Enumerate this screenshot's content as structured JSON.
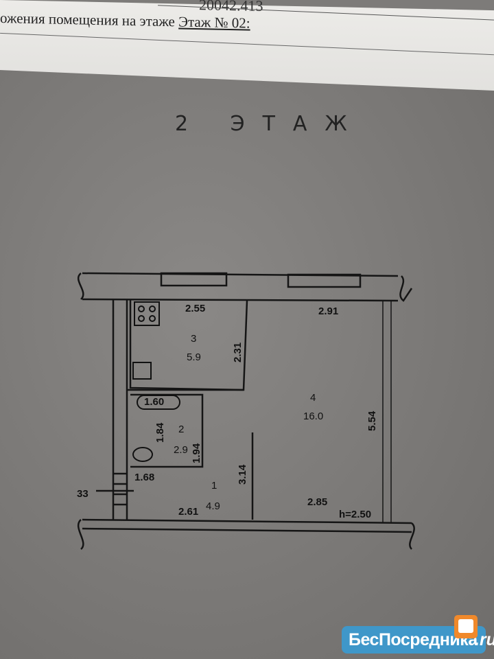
{
  "header": {
    "number_fragment": "20042.413",
    "location_text": "ожения помещения на этаже",
    "floor_value": "Этаж № 02:"
  },
  "plan": {
    "title": "2 ЭТАЖ",
    "rooms": [
      {
        "number": "1",
        "area": "4.9"
      },
      {
        "number": "2",
        "area": "2.9"
      },
      {
        "number": "3",
        "area": "5.9"
      },
      {
        "number": "4",
        "area": "16.0"
      }
    ],
    "dimensions": {
      "kitchen_width": "2.55",
      "room_width_top": "2.91",
      "kitchen_depth": "2.31",
      "room_depth": "5.54",
      "bath_width": "1.60",
      "bath_depth_left": "1.84",
      "bath_depth_right": "1.94",
      "hall_width_top": "1.68",
      "hall_depth": "3.14",
      "hall_width_bottom": "2.61",
      "room_width_bottom": "2.85",
      "ceiling_height": "h=2.50",
      "stairs_mark": "33"
    }
  },
  "watermark": {
    "brand": "БесПосредника",
    "tld": ".ru"
  }
}
